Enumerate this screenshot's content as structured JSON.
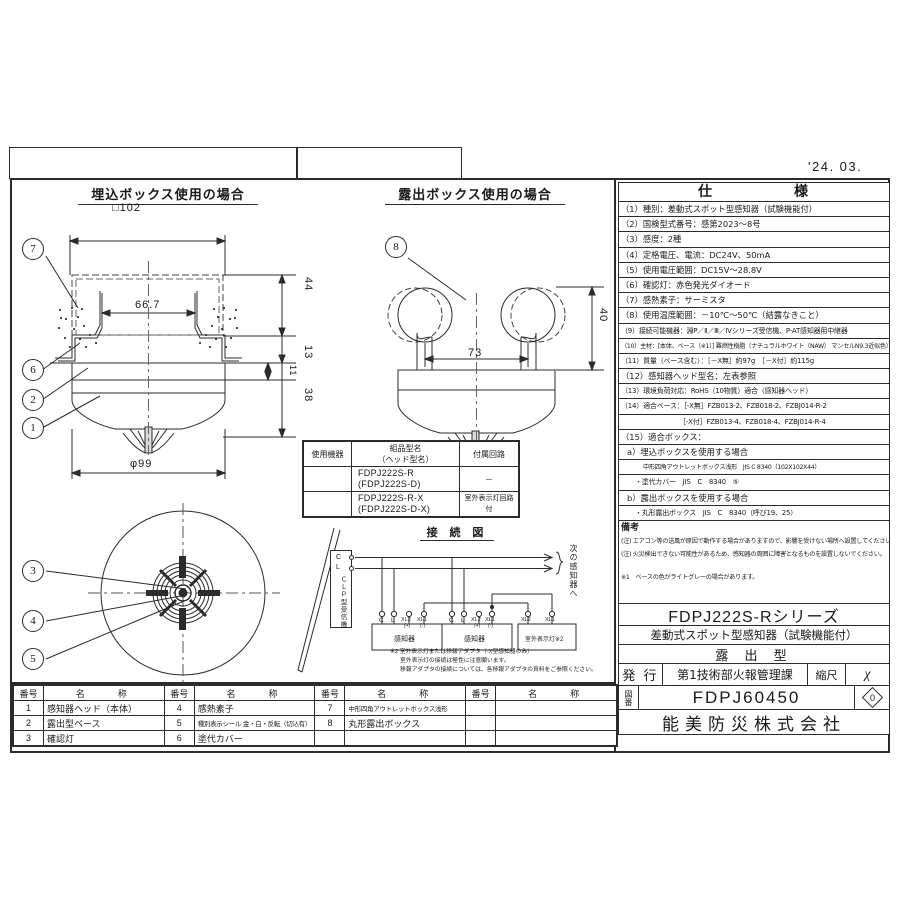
{
  "sheet": {
    "date": "'24. 03."
  },
  "views": {
    "left": {
      "title": "埋込ボックス使用の場合",
      "dims": {
        "top_width": "□102",
        "inner_width": "66.7",
        "bottom_dia": "φ99",
        "h_44": "44",
        "h_13": "13",
        "h_11": "11",
        "h_38": "38"
      },
      "balloons": [
        "7",
        "6",
        "2",
        "1"
      ]
    },
    "right": {
      "title": "露出ボックス使用の場合",
      "dims": {
        "width_73": "73",
        "height_40": "40"
      },
      "balloons": [
        "8"
      ]
    },
    "bottom_left": {
      "balloons": [
        "3",
        "4",
        "5"
      ]
    }
  },
  "model_table": {
    "headers": [
      "使用機器",
      "組品型名\n（ヘッド型名）",
      "付属回路"
    ],
    "header_line1": "使用機器",
    "header_line2a": "組品型名",
    "header_line2b": "（ヘッド型名）",
    "header_line3": "付属回路",
    "rows": [
      {
        "device": "",
        "model_a": "FDPJ222S-R",
        "model_b": "(FDPJ222S-D)",
        "circuit": "－"
      },
      {
        "device": "",
        "model_a": "FDPJ222S-R-X",
        "model_b": "(FDPJ222S-D-X)",
        "circuit": "室外表示灯回路付"
      }
    ]
  },
  "wiring": {
    "title": "接 続 図",
    "receiver_label": "ＣＬＰ型受信機",
    "receiver_terminals": [
      "C",
      "L"
    ],
    "next_device": "次の感知器へ",
    "detector_label": "感知器",
    "outdoor_lamp_label": "室外表示灯※2",
    "terminals": [
      "C",
      "L",
      "XL2",
      "XL1"
    ],
    "terminal_signs": [
      "(+)",
      "(-)"
    ],
    "notes": [
      "※2 室外表示灯または移報アダプタ（-X型感知器のみ）",
      "室外表示灯の接続は極性に注意願います。",
      "移報アダプタの接続については、各移報アダプタの資料をご참照ください。"
    ],
    "note1": "※2 室外表示灯または移報アダプタ（-X型感知器のみ）",
    "note2": "室外表示灯の接続は極性に注意願います。",
    "note3": "移報アダプタの接続については、各移報アダプタの資料をご参照ください。"
  },
  "spec": {
    "header": "仕　　　　　様",
    "items": [
      "（1）種別：差動式スポット型感知器（試験機能付）",
      "（2）国検型式番号：感第2023～8号",
      "（3）感度：2種",
      "（4）定格電圧、電流：DC24V、50mA",
      "（5）使用電圧範囲：DC15V～28.8V",
      "（6）確認灯：赤色発光ダイオード",
      "（7）感熱素子：サーミスタ",
      "（8）使用温度範囲：－10℃～50℃（結露なきこと）",
      "（9）接続可能機器：淵P／Ⅱ／Ⅲ／Ⅳシリーズ受信機、P-AT感知器用中継器",
      "（10）主材：[本体、ベース（※1）] 難燃性樹脂（ナチュラルホワイト（NAW） マンセルN9.3近似色）",
      "（11）質量（ベース含む）：［－X無］約97g　［－X付］約115g",
      "（12）感知器ヘッド型名：左表参照",
      "（13）環境負荷対応：RoHS（10物質）適合（感知器ヘッド）",
      "（14）適合ベース：［-X無］FZB013-2、FZB018-2、FZBJ014-R-2",
      "［-X付］FZB013-4、FZB018-4、FZBJ014-R-4",
      "（15）適合ボックス：",
      "a）埋込ボックスを使用する場合",
      "中形四角アウトレットボックス浅形　JIS C 8340（102X102X44）",
      "・塗代カバー　JIS　C　8340　⑤",
      "b）露出ボックスを使用する場合",
      "・丸形露出ボックス　JIS　C　8340（呼び19、25）"
    ],
    "remarks_header": "備考",
    "remarks": [
      "(注) エアコン等の送風が原因で動作する場合がありますので、影響を受けない場所へ設置してください。",
      "(注) 火災検出できない可能性があるため、感知器の周囲に障害となるものを設置しないでください。"
    ],
    "footnote": "※1　ベースの色がライトグレーの場合があります。"
  },
  "titleblock": {
    "series": "FDPJ222S-Rシリーズ",
    "subtitle": "差動式スポット型感知器（試験機能付）",
    "type": "露 出 型",
    "issue_label": "発 行",
    "issue_value": "第1技術部火報管理課",
    "scale_label": "縮尺",
    "scale_value": "χ",
    "dwgno_label": "図番",
    "dwgno_value": "FDPJ60450",
    "revision": "0",
    "company": "能美防災株式会社"
  },
  "parts_list": {
    "headers": {
      "no": "番号",
      "name": "名　　称"
    },
    "columns": [
      [
        {
          "no": "1",
          "name": "感知器ヘッド（本体）",
          "small": false
        },
        {
          "no": "2",
          "name": "露出型ベース",
          "small": false
        },
        {
          "no": "3",
          "name": "確認灯",
          "small": false
        }
      ],
      [
        {
          "no": "4",
          "name": "感熱素子",
          "small": false
        },
        {
          "no": "5",
          "name": "種別表示シール 金・白・反転（切込有）",
          "small": true
        },
        {
          "no": "6",
          "name": "塗代カバー",
          "small": false
        }
      ],
      [
        {
          "no": "7",
          "name": "中形四角アウトレットボックス浅形",
          "small": true
        },
        {
          "no": "8",
          "name": "丸形露出ボックス",
          "small": false
        },
        {
          "no": "",
          "name": "",
          "small": false
        }
      ],
      [
        {
          "no": "",
          "name": "",
          "small": false
        },
        {
          "no": "",
          "name": "",
          "small": false
        },
        {
          "no": "",
          "name": "",
          "small": false
        }
      ]
    ]
  }
}
